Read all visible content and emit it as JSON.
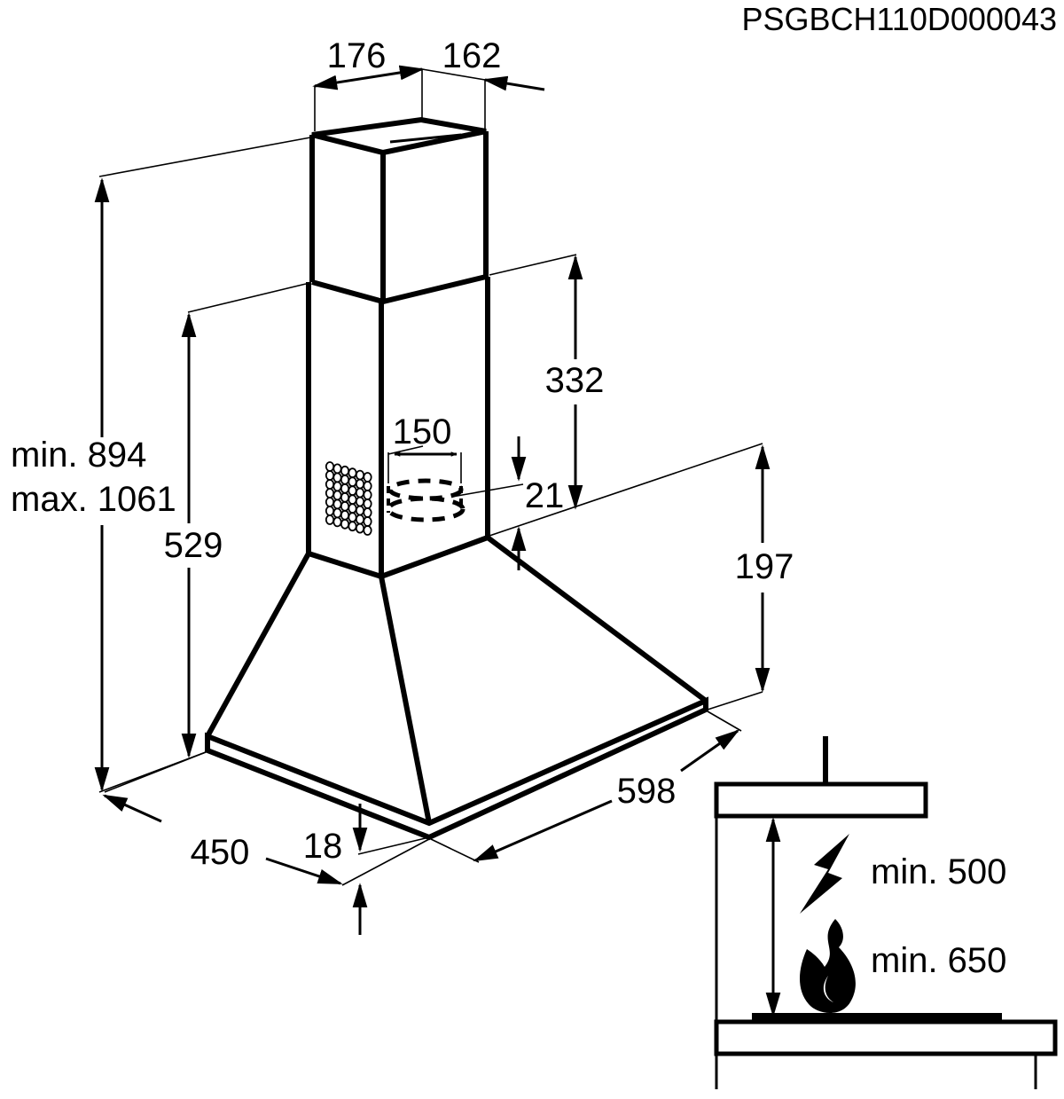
{
  "drawing_code": "PSGBCH110D000043",
  "dimensions": {
    "chimney_width": "176",
    "chimney_depth": "162",
    "height_min": "min. 894",
    "height_max": "max. 1061",
    "hood_height": "529",
    "chimney_lower": "332",
    "outlet_diameter": "150",
    "outlet_offset": "21",
    "canopy_height": "197",
    "width": "598",
    "depth": "450",
    "base_thickness": "18"
  },
  "clearance": {
    "electric_label": "min. 500",
    "gas_label": "min. 650"
  },
  "icons": {
    "electric": "lightning-bolt-icon",
    "gas": "flame-icon"
  }
}
